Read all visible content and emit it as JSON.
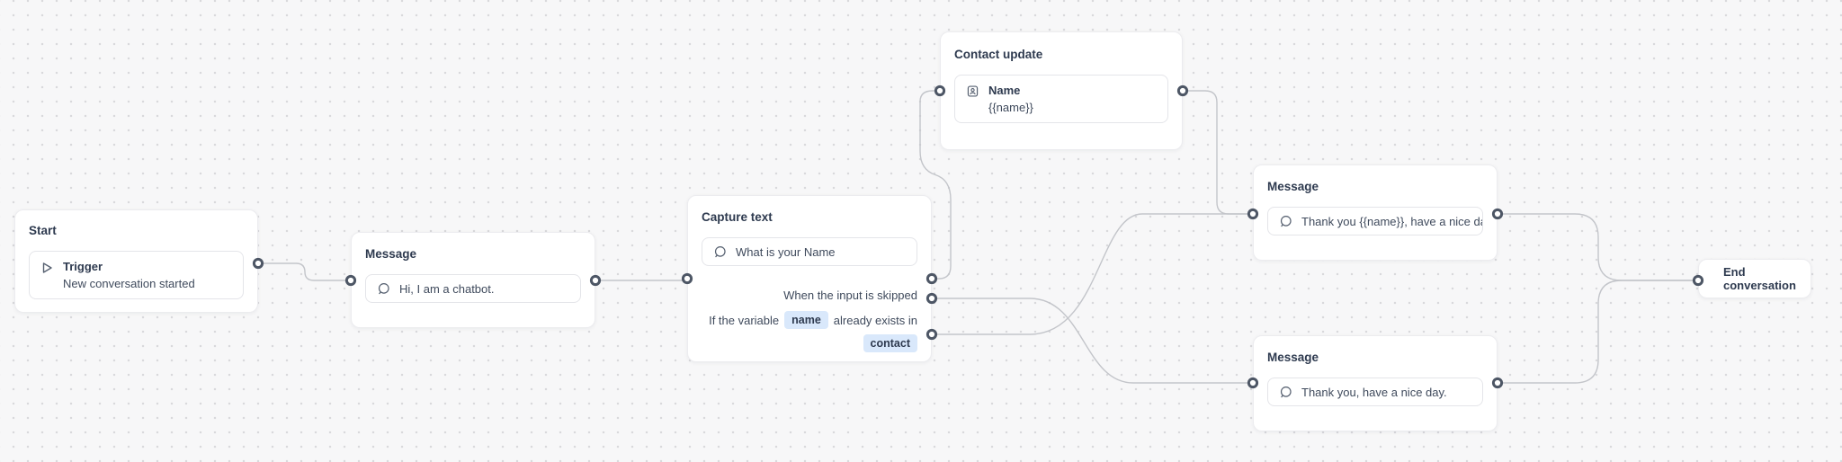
{
  "app": {
    "view": "chatbot-flow-builder-canvas"
  },
  "colors": {
    "canvas_bg": "#f7f7f8",
    "grid_dot": "#d9d9dc",
    "edge": "#c3c5ca",
    "port_ring": "#4d5665",
    "title_text": "#2e3a4f",
    "body_text": "#3f4a5c",
    "pill_bg": "#d9e8fb"
  },
  "nodes": {
    "start": {
      "title": "Start",
      "item": {
        "icon": "play-icon",
        "label": "Trigger",
        "sublabel": "New conversation started"
      }
    },
    "message1": {
      "title": "Message",
      "item": {
        "icon": "chat-bubble-icon",
        "label": "Hi, I am a chatbot."
      }
    },
    "capture": {
      "title": "Capture text",
      "item": {
        "icon": "chat-bubble-icon",
        "label": "What is your Name"
      },
      "branches": {
        "skipped": {
          "label": "When the input is skipped"
        },
        "exists": {
          "prefix": "If the variable",
          "variable": "name",
          "suffix": "already exists in",
          "target": "contact"
        }
      }
    },
    "contact_update": {
      "title": "Contact update",
      "item": {
        "icon": "contact-card-icon",
        "label": "Name",
        "sublabel": "{{name}}"
      }
    },
    "message2": {
      "title": "Message",
      "item": {
        "icon": "chat-bubble-icon",
        "label": "Thank you {{name}}, have a nice day."
      }
    },
    "message3": {
      "title": "Message",
      "item": {
        "icon": "chat-bubble-icon",
        "label": "Thank you, have a nice day."
      }
    },
    "end": {
      "title": "End conversation"
    }
  },
  "edges": [
    {
      "from": "start",
      "to": "message1"
    },
    {
      "from": "message1",
      "to": "capture"
    },
    {
      "from": "capture",
      "to": "contact-update"
    },
    {
      "from": "contact-update",
      "to": "message2"
    },
    {
      "from": "capture-skipped",
      "to": "message3"
    },
    {
      "from": "capture-exists",
      "to": "message2"
    },
    {
      "from": "message2",
      "to": "end"
    },
    {
      "from": "message3",
      "to": "end"
    }
  ]
}
